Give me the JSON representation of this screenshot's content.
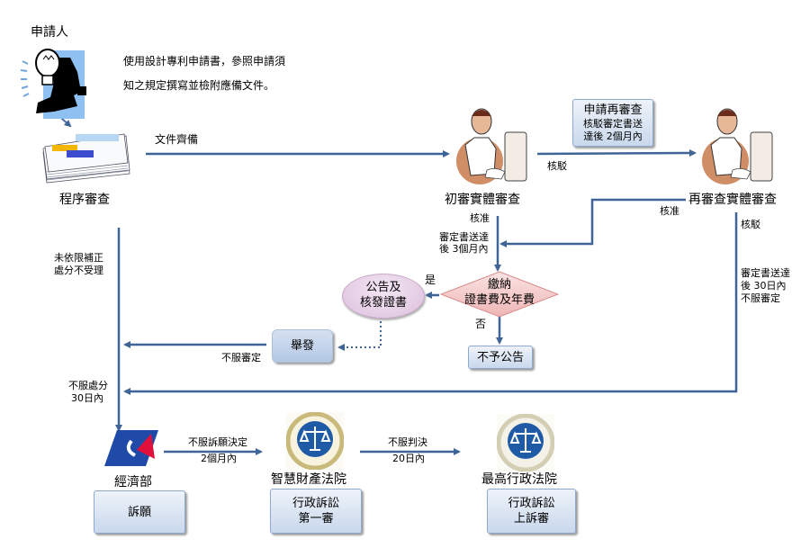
{
  "diagram": {
    "applicant": {
      "label": "申請人",
      "icon": "applicant-idea-icon"
    },
    "instruction": {
      "line1": "使用設計專利申請書，參照申請須",
      "line2": "知之規定撰寫並檢附應備文件。"
    },
    "documents": {
      "icon": "documents-stack-icon",
      "label": "程序審查"
    },
    "edge_docs_ready": "文件齊備",
    "first_exam": {
      "icon": "examiner-icon",
      "label": "初審實體審查"
    },
    "re_exam_box": {
      "title": "申請再審查",
      "line1": "核駁審定書送",
      "line2": "達後 2個月內"
    },
    "edge_reject_1": "核駁",
    "second_exam": {
      "icon": "examiner-icon",
      "label": "再審查實體審查"
    },
    "edge_approve_2": "核准",
    "edge_reject_2": "核駁",
    "edge_approve_1": "核准",
    "edge_deadline_3m": {
      "line1": "審定書送達",
      "line2": "後 3個月內"
    },
    "decision": {
      "line1": "繳納",
      "line2": "證書費及年費"
    },
    "edge_yes": "是",
    "edge_no": "否",
    "publish_node": {
      "line1": "公告及",
      "line2": "核發證書"
    },
    "no_publish_box": "不予公告",
    "invalidation_box": "舉發",
    "edge_disagree_decision": "不服審定",
    "edge_not_accepted": {
      "line1": "未依限補正",
      "line2": "處分不受理"
    },
    "edge_disagree_disposition": {
      "line1": "不服處分",
      "line2": "30日內"
    },
    "edge_second_reject_notice": {
      "line1": "審定書送達",
      "line2": "後 30日內",
      "line3": "不服審定"
    },
    "moea": {
      "icon": "moea-logo-icon",
      "label": "經濟部",
      "box": "訴願"
    },
    "edge_appeal": {
      "line1": "不服訴願決定",
      "line2": "2個月內"
    },
    "ip_court": {
      "icon": "ip-court-seal-icon",
      "label": "智慧財產法院",
      "box_line1": "行政訴訟",
      "box_line2": "第一審"
    },
    "edge_judgment": {
      "line1": "不服判決",
      "line2": "20日內"
    },
    "supreme_court": {
      "icon": "supreme-court-seal-icon",
      "label": "最高行政法院",
      "box_line1": "行政訴訟",
      "box_line2": "上訴審"
    }
  },
  "colors": {
    "arrow": "#3f6597",
    "box_border": "#8fa9cc",
    "diamond_fill": "#f2c4c4",
    "diamond_border": "#d98c8c",
    "ellipse_fill": "#e6cde6"
  }
}
